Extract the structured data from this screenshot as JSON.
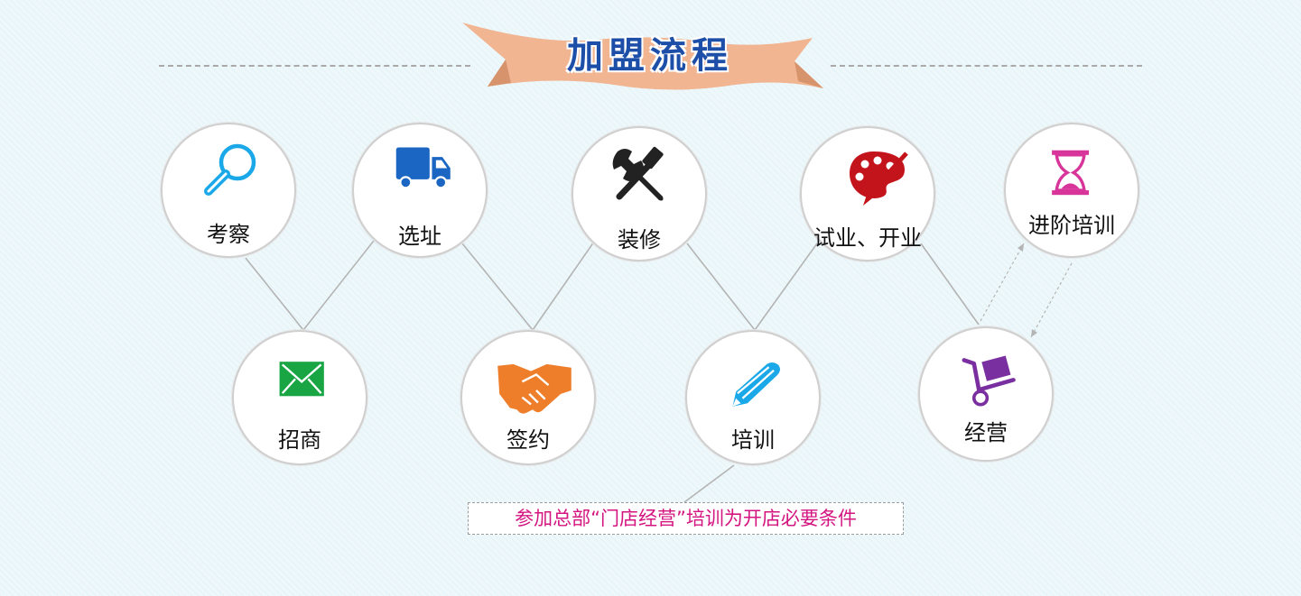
{
  "header": {
    "title": "加盟流程"
  },
  "colors": {
    "ribbon": "#f1b592",
    "title": "#1d4fa8",
    "search": "#1aa8e8",
    "truck": "#1a66c2",
    "tools": "#222222",
    "palette": "#c4141b",
    "hourglass": "#d8359b",
    "envelope": "#19a544",
    "handshake": "#ef7e2a",
    "pencil": "#1aa8e8",
    "cart": "#7a2fa0",
    "note_text": "#d41580"
  },
  "steps": [
    {
      "label": "考察",
      "icon": "search-icon"
    },
    {
      "label": "选址",
      "icon": "truck-icon"
    },
    {
      "label": "装修",
      "icon": "tools-icon"
    },
    {
      "label": "试业、开业",
      "icon": "palette-icon"
    },
    {
      "label": "进阶培训",
      "icon": "hourglass-icon"
    },
    {
      "label": "招商",
      "icon": "envelope-icon"
    },
    {
      "label": "签约",
      "icon": "handshake-icon"
    },
    {
      "label": "培训",
      "icon": "pencil-icon"
    },
    {
      "label": "经营",
      "icon": "cart-icon"
    }
  ],
  "note": {
    "text": "参加总部“门店经营”培训为开店必要条件"
  }
}
